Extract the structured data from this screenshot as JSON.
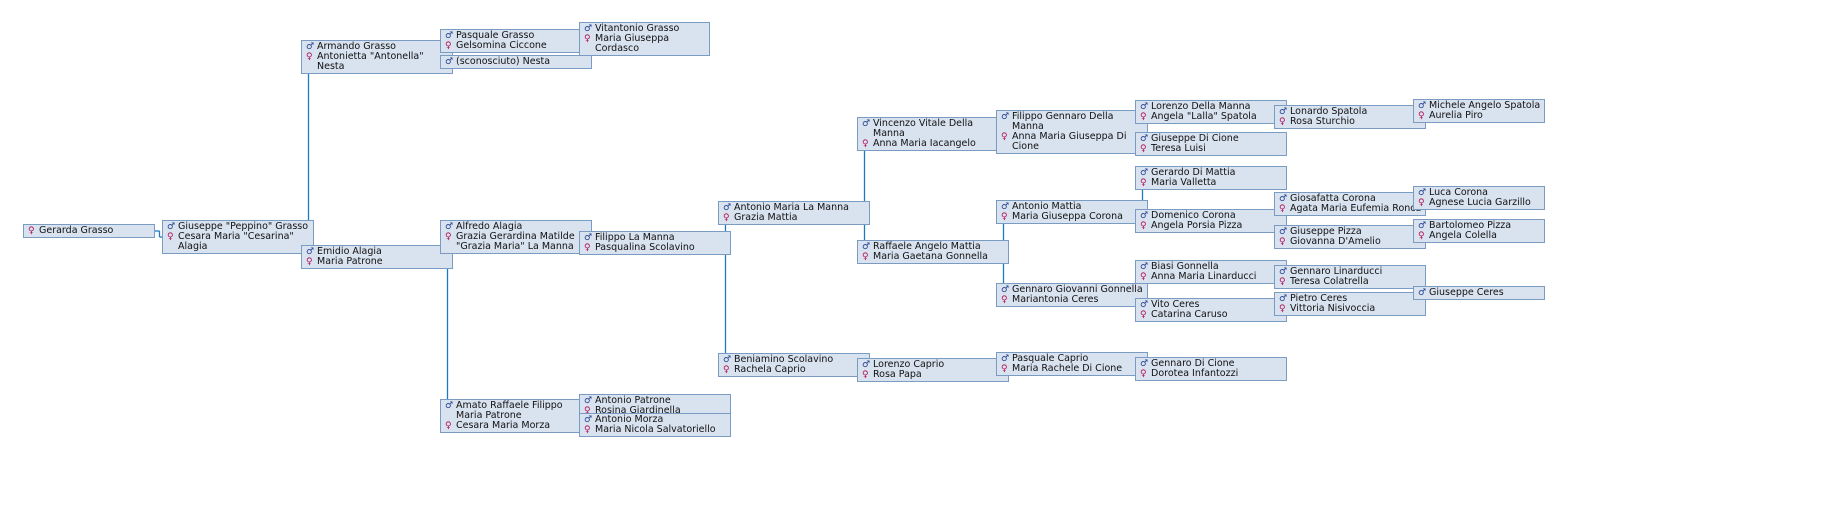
{
  "tree": {
    "symbols": {
      "male": "♂",
      "female": "♀"
    },
    "colors": {
      "box_fill": "#d9e2ef",
      "box_border": "#7b9cc2",
      "connector": "#1a7ac4",
      "male_symbol": "#1f3f8f",
      "female_symbol": "#b0125a"
    },
    "nodes": [
      {
        "id": "root",
        "parent": null,
        "people": [
          {
            "sex": "female",
            "name": "Gerarda Grasso"
          }
        ]
      },
      {
        "id": "g1",
        "parent": "root",
        "people": [
          {
            "sex": "male",
            "name": "Giuseppe \"Peppino\" Grasso"
          },
          {
            "sex": "female",
            "name": "Cesara Maria \"Cesarina\" Alagia"
          }
        ]
      },
      {
        "id": "g2a",
        "parent": "g1",
        "people": [
          {
            "sex": "male",
            "name": "Armando Grasso"
          },
          {
            "sex": "female",
            "name": "Antonietta \"Antonella\" Nesta"
          }
        ]
      },
      {
        "id": "g2b",
        "parent": "g1",
        "people": [
          {
            "sex": "male",
            "name": "Emidio Alagia"
          },
          {
            "sex": "female",
            "name": "Maria Patrone"
          }
        ]
      },
      {
        "id": "g3a",
        "parent": "g2a",
        "people": [
          {
            "sex": "male",
            "name": "Pasquale Grasso"
          },
          {
            "sex": "female",
            "name": "Gelsomina Ciccone"
          }
        ]
      },
      {
        "id": "g3b",
        "parent": "g2a",
        "people": [
          {
            "sex": "male",
            "name": "(sconosciuto) Nesta"
          }
        ]
      },
      {
        "id": "g3c",
        "parent": "g2b",
        "people": [
          {
            "sex": "male",
            "name": "Alfredo Alagia"
          },
          {
            "sex": "female",
            "name": "Grazia Gerardina Matilde \"Grazia Maria\" La Manna"
          }
        ]
      },
      {
        "id": "g3d",
        "parent": "g2b",
        "people": [
          {
            "sex": "male",
            "name": "Amato Raffaele Filippo Maria Patrone"
          },
          {
            "sex": "female",
            "name": "Cesara Maria Morza"
          }
        ]
      },
      {
        "id": "g4a",
        "parent": "g3a",
        "people": [
          {
            "sex": "male",
            "name": "Vitantonio Grasso"
          },
          {
            "sex": "female",
            "name": "Maria Giuseppa Cordasco"
          }
        ]
      },
      {
        "id": "g4b",
        "parent": "g3c",
        "people": [
          {
            "sex": "male",
            "name": "Filippo La Manna"
          },
          {
            "sex": "female",
            "name": "Pasqualina Scolavino"
          }
        ]
      },
      {
        "id": "g4c",
        "parent": "g3d",
        "people": [
          {
            "sex": "male",
            "name": "Antonio Patrone"
          },
          {
            "sex": "female",
            "name": "Rosina Giardinella"
          }
        ]
      },
      {
        "id": "g4d",
        "parent": "g3d",
        "people": [
          {
            "sex": "male",
            "name": "Antonio Morza"
          },
          {
            "sex": "female",
            "name": "Maria Nicola Salvatoriello"
          }
        ]
      },
      {
        "id": "g5a",
        "parent": "g4b",
        "people": [
          {
            "sex": "male",
            "name": "Antonio Maria La Manna"
          },
          {
            "sex": "female",
            "name": "Grazia Mattia"
          }
        ]
      },
      {
        "id": "g5b",
        "parent": "g4b",
        "people": [
          {
            "sex": "male",
            "name": "Beniamino Scolavino"
          },
          {
            "sex": "female",
            "name": "Rachela Caprio"
          }
        ]
      },
      {
        "id": "g6a",
        "parent": "g5a",
        "people": [
          {
            "sex": "male",
            "name": "Vincenzo Vitale Della Manna"
          },
          {
            "sex": "female",
            "name": "Anna Maria Iacangelo"
          }
        ]
      },
      {
        "id": "g6b",
        "parent": "g5a",
        "people": [
          {
            "sex": "male",
            "name": "Raffaele Angelo Mattia"
          },
          {
            "sex": "female",
            "name": "Maria Gaetana Gonnella"
          }
        ]
      },
      {
        "id": "g6c",
        "parent": "g5b",
        "people": [
          {
            "sex": "male",
            "name": "Lorenzo Caprio"
          },
          {
            "sex": "female",
            "name": "Rosa Papa"
          }
        ]
      },
      {
        "id": "g7a",
        "parent": "g6a",
        "people": [
          {
            "sex": "male",
            "name": "Filippo Gennaro Della Manna"
          },
          {
            "sex": "female",
            "name": "Anna Maria Giuseppa Di Cione"
          }
        ]
      },
      {
        "id": "g7b",
        "parent": "g6b",
        "people": [
          {
            "sex": "male",
            "name": "Antonio Mattia"
          },
          {
            "sex": "female",
            "name": "Maria Giuseppa Corona"
          }
        ]
      },
      {
        "id": "g7c",
        "parent": "g6b",
        "people": [
          {
            "sex": "male",
            "name": "Gennaro Giovanni Gonnella"
          },
          {
            "sex": "female",
            "name": "Mariantonia Ceres"
          }
        ]
      },
      {
        "id": "g7d",
        "parent": "g6c",
        "people": [
          {
            "sex": "male",
            "name": "Pasquale Caprio"
          },
          {
            "sex": "female",
            "name": "Maria Rachele Di Cione"
          }
        ]
      },
      {
        "id": "g8a",
        "parent": "g7a",
        "people": [
          {
            "sex": "male",
            "name": "Lorenzo Della Manna"
          },
          {
            "sex": "female",
            "name": "Angela \"Lalla\" Spatola"
          }
        ]
      },
      {
        "id": "g8b",
        "parent": "g7a",
        "people": [
          {
            "sex": "male",
            "name": "Giuseppe Di Cione"
          },
          {
            "sex": "female",
            "name": "Teresa Luisi"
          }
        ]
      },
      {
        "id": "g8c",
        "parent": "g7b",
        "people": [
          {
            "sex": "male",
            "name": "Gerardo Di Mattia"
          },
          {
            "sex": "female",
            "name": "Maria Valletta"
          }
        ]
      },
      {
        "id": "g8d",
        "parent": "g7b",
        "people": [
          {
            "sex": "male",
            "name": "Domenico Corona"
          },
          {
            "sex": "female",
            "name": "Angela Porsia Pizza"
          }
        ]
      },
      {
        "id": "g8e",
        "parent": "g7c",
        "people": [
          {
            "sex": "male",
            "name": "Biasi Gonnella"
          },
          {
            "sex": "female",
            "name": "Anna Maria Linarducci"
          }
        ]
      },
      {
        "id": "g8f",
        "parent": "g7c",
        "people": [
          {
            "sex": "male",
            "name": "Vito Ceres"
          },
          {
            "sex": "female",
            "name": "Catarina Caruso"
          }
        ]
      },
      {
        "id": "g8g",
        "parent": "g7d",
        "people": [
          {
            "sex": "male",
            "name": "Gennaro Di Cione"
          },
          {
            "sex": "female",
            "name": "Dorotea Infantozzi"
          }
        ]
      },
      {
        "id": "g9a",
        "parent": "g8a",
        "people": [
          {
            "sex": "male",
            "name": "Lonardo Spatola"
          },
          {
            "sex": "female",
            "name": "Rosa Sturchio"
          }
        ]
      },
      {
        "id": "g9b",
        "parent": "g8d",
        "people": [
          {
            "sex": "male",
            "name": "Giosafatta Corona"
          },
          {
            "sex": "female",
            "name": "Agata Maria Eufemia Ronca"
          }
        ]
      },
      {
        "id": "g9c",
        "parent": "g8d",
        "people": [
          {
            "sex": "male",
            "name": "Giuseppe Pizza"
          },
          {
            "sex": "female",
            "name": "Giovanna D'Amelio"
          }
        ]
      },
      {
        "id": "g9d",
        "parent": "g8e",
        "people": [
          {
            "sex": "male",
            "name": "Gennaro Linarducci"
          },
          {
            "sex": "female",
            "name": "Teresa Colatrella"
          }
        ]
      },
      {
        "id": "g9e",
        "parent": "g8f",
        "people": [
          {
            "sex": "male",
            "name": "Pietro Ceres"
          },
          {
            "sex": "female",
            "name": "Vittoria Nisivoccia"
          }
        ]
      },
      {
        "id": "g10a",
        "parent": "g9a",
        "people": [
          {
            "sex": "male",
            "name": "Michele Angelo Spatola"
          },
          {
            "sex": "female",
            "name": "Aurelia Piro"
          }
        ]
      },
      {
        "id": "g10b",
        "parent": "g9b",
        "people": [
          {
            "sex": "male",
            "name": "Luca Corona"
          },
          {
            "sex": "female",
            "name": "Agnese Lucia Garzillo"
          }
        ]
      },
      {
        "id": "g10c",
        "parent": "g9c",
        "people": [
          {
            "sex": "male",
            "name": "Bartolomeo Pizza"
          },
          {
            "sex": "female",
            "name": "Angela Colella"
          }
        ]
      },
      {
        "id": "g10d",
        "parent": "g9e",
        "people": [
          {
            "sex": "male",
            "name": "Giuseppe Ceres"
          }
        ]
      }
    ]
  }
}
